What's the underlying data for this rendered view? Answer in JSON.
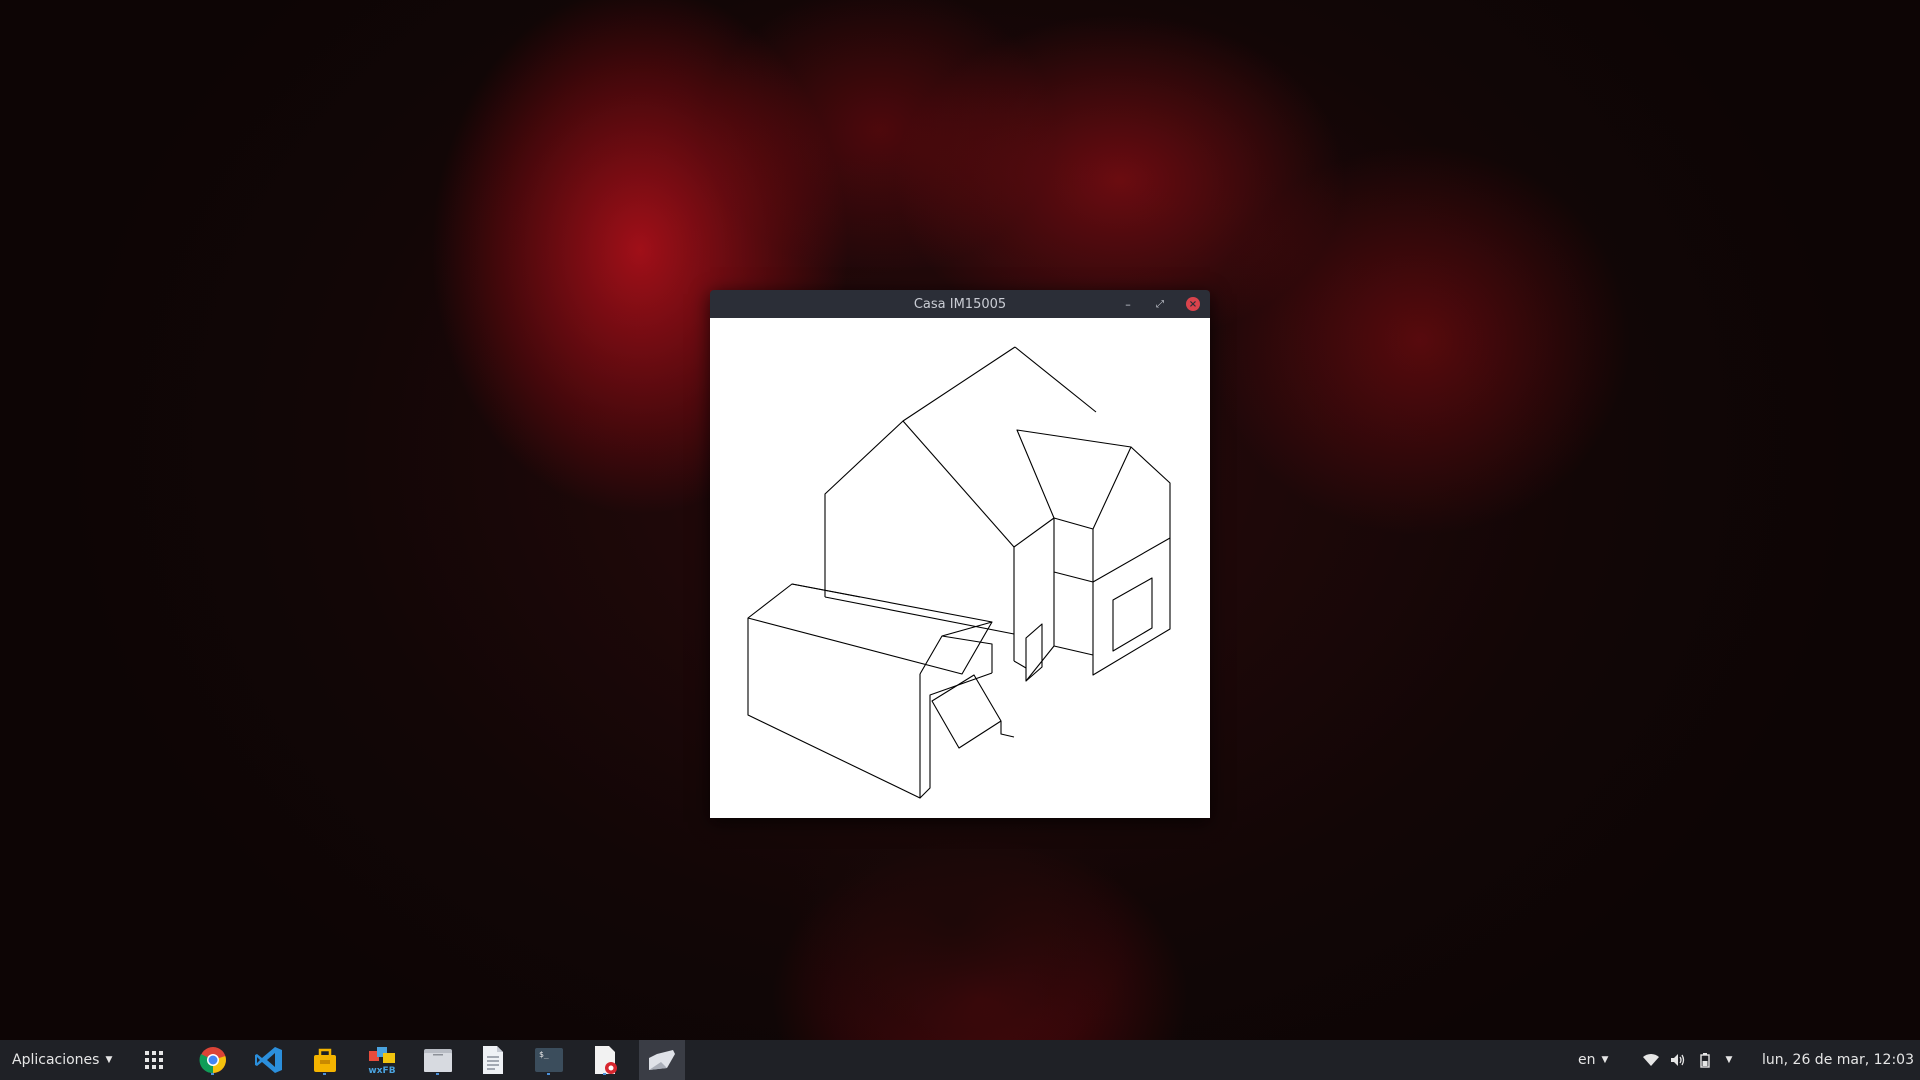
{
  "window": {
    "title": "Casa IM15005",
    "minimize_glyph": "–",
    "maximize_glyph": "⤢",
    "close_glyph": "×",
    "close_color": "#d9434c"
  },
  "taskbar": {
    "apps_menu_label": "Aplicaciones",
    "caret": "▼",
    "launchers": [
      {
        "name": "app-grid-icon"
      },
      {
        "name": "chrome-icon"
      },
      {
        "name": "vscode-icon"
      },
      {
        "name": "package-manager-icon"
      },
      {
        "name": "wxformbuilder-icon",
        "label": "wxFB"
      },
      {
        "name": "file-manager-icon"
      },
      {
        "name": "text-editor-icon"
      },
      {
        "name": "terminal-icon"
      },
      {
        "name": "document-viewer-icon"
      },
      {
        "name": "drawing-app-icon",
        "active": true
      }
    ],
    "keyboard_layout": "en",
    "tray_icons": [
      "wifi-icon",
      "volume-icon",
      "battery-icon",
      "tray-menu-icon"
    ],
    "clock": "lun, 26 de mar, 12:03"
  },
  "colors": {
    "accent": "#4a90d9",
    "taskbar_bg": "#1f2126",
    "titlebar_bg": "#2b2e37"
  }
}
